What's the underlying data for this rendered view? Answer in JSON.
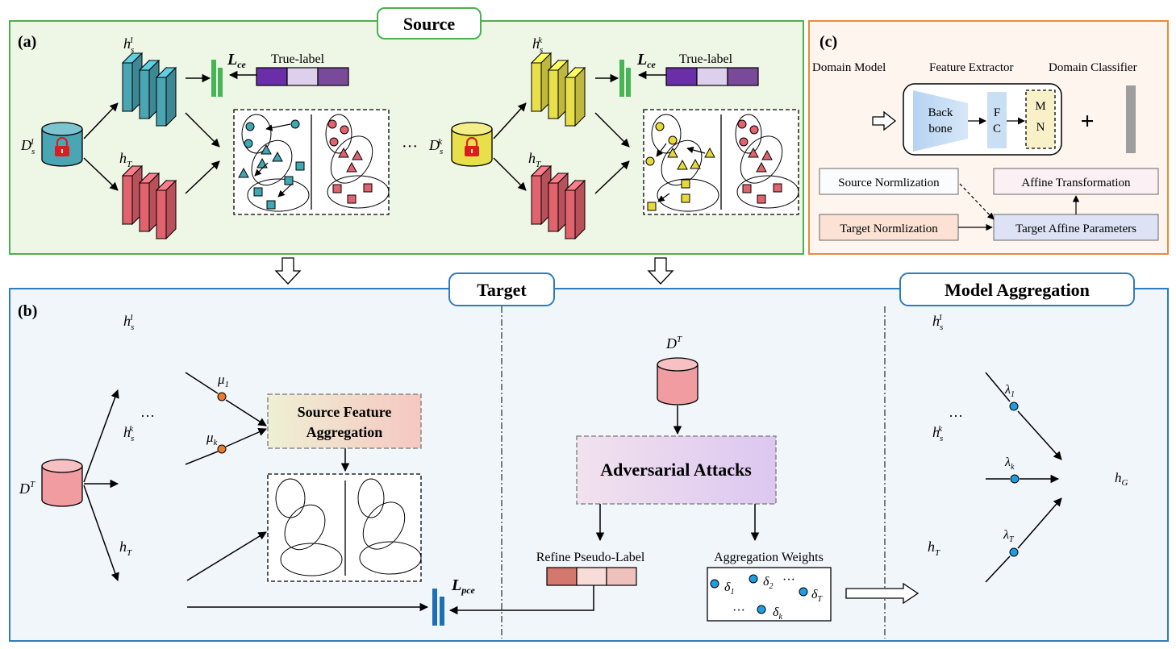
{
  "panels": {
    "a_label": "(a)",
    "b_label": "(b)",
    "c_label": "(c)",
    "source_title": "Source",
    "target_title": "Target",
    "aggregation_title": "Model Aggregation"
  },
  "source": {
    "h1_main": "h",
    "h1_sub": "s",
    "h1_sup": "1",
    "hk_main": "h",
    "hk_sub": "s",
    "hk_sup": "k",
    "hT_main": "h",
    "hT_sub": "T",
    "d1_main": "D",
    "d1_sub": "s",
    "d1_sup": "1",
    "dk_main": "D",
    "dk_sub": "s",
    "dk_sup": "k",
    "loss_main": "L",
    "loss_sub": "ce",
    "true_label": "True-label",
    "ellipsis": "···"
  },
  "domain_panel": {
    "domain_model": "Domain Model",
    "feature_extractor": "Feature Extractor",
    "domain_classifier": "Domain Classifier",
    "backbone_line1": "Back",
    "backbone_line2": "bone",
    "fc_line1": "F",
    "fc_line2": "C",
    "mn_line1": "M",
    "mn_line2": "N",
    "plus": "+",
    "source_norm": "Source Normlization",
    "target_norm": "Target Normlization",
    "affine_transform": "Affine Transformation",
    "target_affine": "Target Affine Parameters"
  },
  "target_panel": {
    "dT_main": "D",
    "dT_sup": "T",
    "mu1_main": "μ",
    "mu1_sub": "1",
    "muk_main": "μ",
    "muk_sub": "k",
    "sfa_line1": "Source Feature",
    "sfa_line2": "Aggregation",
    "lpce_main": "L",
    "lpce_sub": "pce",
    "dots": "···",
    "adv_attacks": "Adversarial Attacks",
    "refine_pseudo": "Refine Pseudo-Label",
    "agg_weights": "Aggregation Weights",
    "delta_main": "δ",
    "delta1_sub": "1",
    "delta2_sub": "2",
    "deltaT_sub": "T",
    "deltak_sub": "k",
    "lambda_main": "λ",
    "lambda1_sub": "1",
    "lambdak_sub": "k",
    "lambdaT_sub": "T",
    "hG_main": "h",
    "hG_sub": "G"
  },
  "colors": {
    "teal": "#4ba6b4",
    "yellow": "#e8e04a",
    "red": "#e0636e",
    "green": "#47b553",
    "purple": "#7a6aa0",
    "blue": "#1f6fb4",
    "orange": "#e48a3c"
  }
}
